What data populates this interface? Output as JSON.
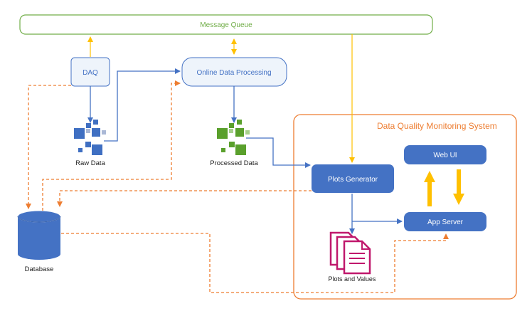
{
  "diagram": {
    "message_queue": {
      "label": "Message Queue"
    },
    "daq": {
      "label": "DAQ"
    },
    "online_processing": {
      "label": "Online Data Processing"
    },
    "raw_data": {
      "label": "Raw Data"
    },
    "processed_data": {
      "label": "Processed Data"
    },
    "dqm_system": {
      "title": "Data Quality Monitoring System"
    },
    "plots_generator": {
      "label": "Plots Generator"
    },
    "web_ui": {
      "label": "Web UI"
    },
    "app_server": {
      "label": "App Server"
    },
    "plots_and_values": {
      "label": "Plots and Values"
    },
    "database": {
      "label": "Database"
    }
  },
  "colors": {
    "green_outline": "#70ad47",
    "blue": "#4472c4",
    "light_blue_fill": "#eef4fb",
    "box_blue": "#4472c4",
    "orange": "#ed7d31",
    "yellow": "#ffc000",
    "magenta": "#c0186c",
    "raw_dark": "#3f6fc2",
    "raw_light": "#aab8d6",
    "proc_dark": "#5aa02c",
    "proc_light": "#a6d08b"
  }
}
